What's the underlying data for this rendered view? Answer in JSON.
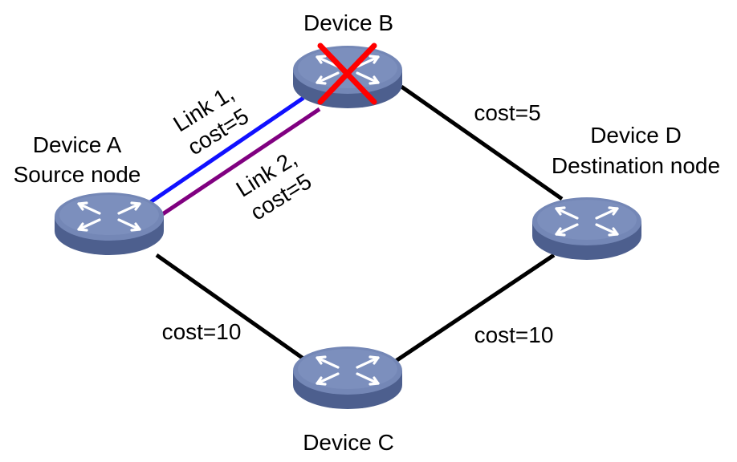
{
  "devices": {
    "a": {
      "name": "Device A",
      "role": "Source node"
    },
    "b": {
      "name": "Device B"
    },
    "c": {
      "name": "Device C"
    },
    "d": {
      "name": "Device D",
      "role": "Destination node"
    }
  },
  "links": {
    "link1": {
      "line1": "Link 1,",
      "line2": "cost=5",
      "color": "#1010ff"
    },
    "link2": {
      "line1": "Link 2,",
      "line2": "cost=5",
      "color": "#800080"
    },
    "b_d": {
      "label": "cost=5",
      "color": "#000000"
    },
    "a_c": {
      "label": "cost=10",
      "color": "#000000"
    },
    "c_d": {
      "label": "cost=10",
      "color": "#000000"
    }
  },
  "failure_marker_color": "#ff0000",
  "device_colors": {
    "top": "#7487b6",
    "side": "#4d5f8e",
    "icon": "#ffffff"
  }
}
